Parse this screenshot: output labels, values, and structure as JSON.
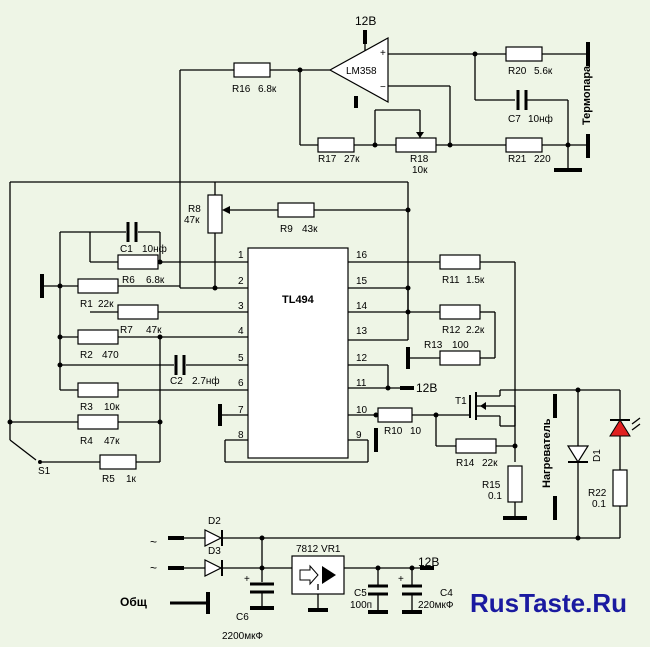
{
  "supply_label": "12В",
  "opamp": {
    "name": "LM358",
    "plus": "+",
    "minus": "−"
  },
  "ic": {
    "name": "TL494",
    "pins_left": [
      "1",
      "2",
      "3",
      "4",
      "5",
      "6",
      "7",
      "8"
    ],
    "pins_right": [
      "16",
      "15",
      "14",
      "13",
      "12",
      "11",
      "10",
      "9"
    ]
  },
  "resistors": {
    "R1": {
      "name": "R1",
      "value": "22к"
    },
    "R2": {
      "name": "R2",
      "value": "470"
    },
    "R3": {
      "name": "R3",
      "value": "10к"
    },
    "R4": {
      "name": "R4",
      "value": "47к"
    },
    "R5": {
      "name": "R5",
      "value": "1к"
    },
    "R6": {
      "name": "R6",
      "value": "6.8к"
    },
    "R7": {
      "name": "R7",
      "value": "47к"
    },
    "R8": {
      "name": "R8",
      "value": "47к"
    },
    "R9": {
      "name": "R9",
      "value": "43к"
    },
    "R10": {
      "name": "R10",
      "value": "10"
    },
    "R11": {
      "name": "R11",
      "value": "1.5к"
    },
    "R12": {
      "name": "R12",
      "value": "2.2к"
    },
    "R13": {
      "name": "R13",
      "value": "100"
    },
    "R14": {
      "name": "R14",
      "value": "22к"
    },
    "R15": {
      "name": "R15",
      "value": "0.1"
    },
    "R16": {
      "name": "R16",
      "value": "6.8к"
    },
    "R17": {
      "name": "R17",
      "value": "27к"
    },
    "R18": {
      "name": "R18",
      "value": "10к"
    },
    "R20": {
      "name": "R20",
      "value": "5.6к"
    },
    "R21": {
      "name": "R21",
      "value": "220"
    },
    "R22": {
      "name": "R22",
      "value": "0.1"
    }
  },
  "capacitors": {
    "C1": {
      "name": "C1",
      "value": "10нф"
    },
    "C2": {
      "name": "C2",
      "value": "2.7нф"
    },
    "C4": {
      "name": "C4",
      "value": "220мкФ"
    },
    "C5": {
      "name": "C5",
      "value": "100п"
    },
    "C6": {
      "name": "C6",
      "value": "2200мкФ"
    },
    "C7": {
      "name": "C7",
      "value": "10нф"
    }
  },
  "other": {
    "S1": "S1",
    "T1": "T1",
    "D1": "D1",
    "D2": "D2",
    "D3": "D3",
    "VR": "7812  VR1",
    "heater": "Нагреватель",
    "thermocouple": "Термопара",
    "ac": "~",
    "common": "Общ"
  },
  "brand": {
    "text": "RusTaste.Ru",
    "color": "#1a1aa0"
  },
  "colors": {
    "background": "#eef5e6",
    "led": "#e02020"
  }
}
